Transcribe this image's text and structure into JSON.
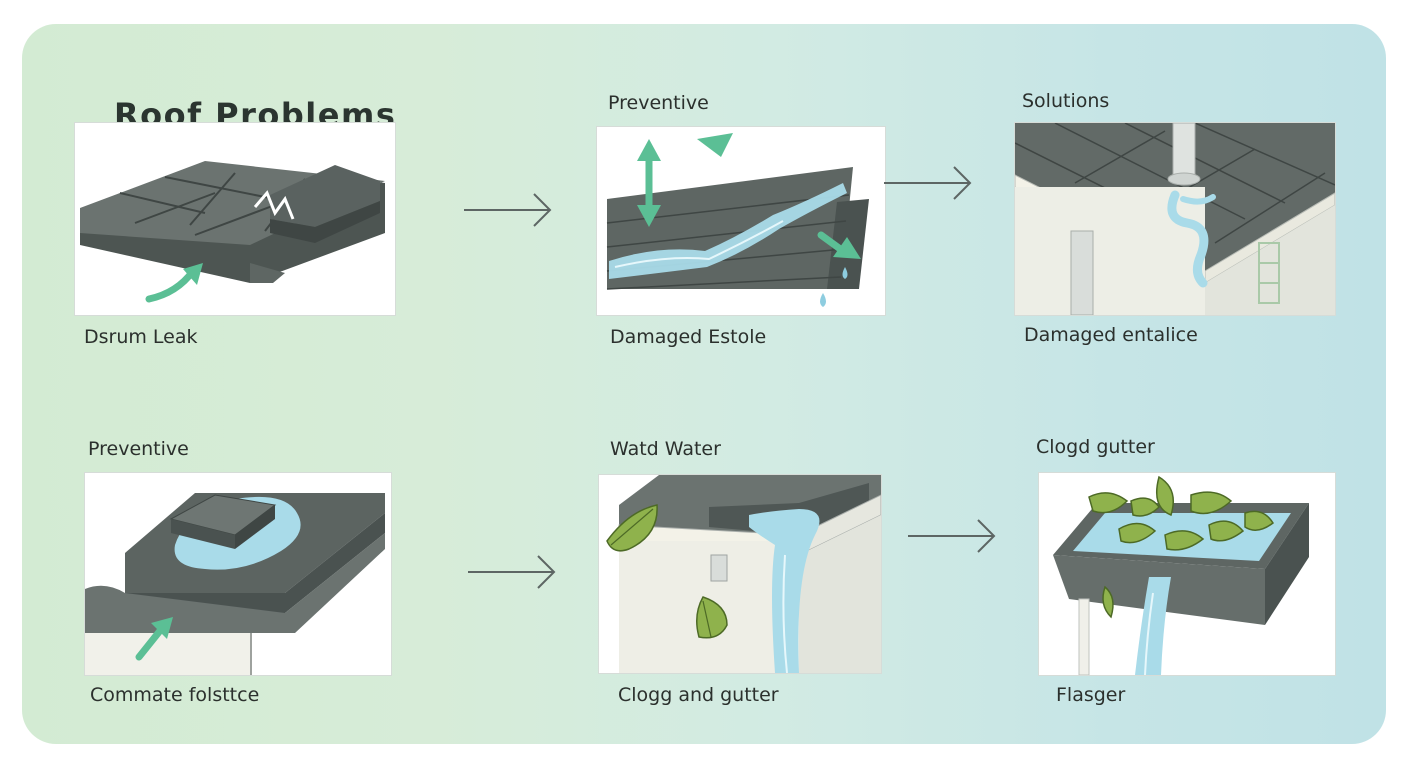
{
  "title": "Roof Problems",
  "panels": [
    {
      "heading": "",
      "caption": "Dsrum Leak",
      "illustration": "broken-shingles"
    },
    {
      "heading": "Preventive",
      "caption": "Damaged Estole",
      "illustration": "shingles-water-flow"
    },
    {
      "heading": "Solutions",
      "caption": "Damaged entalice",
      "illustration": "roof-downspout-leak"
    },
    {
      "heading": "Preventive",
      "caption": "Commate folsttce",
      "illustration": "flat-roof-pooling"
    },
    {
      "heading": "Watd Water",
      "caption": "Clogg and gutter",
      "illustration": "overflowing-gutter"
    },
    {
      "heading": "Clogd gutter",
      "caption": "Flasger",
      "illustration": "leaf-clogged-gutter"
    }
  ],
  "colors": {
    "shingle": "#5e6663",
    "shingle_dark": "#3f4644",
    "water": "#a9dbe9",
    "arrow_green": "#5bbf95",
    "leaf": "#8fb24c"
  }
}
